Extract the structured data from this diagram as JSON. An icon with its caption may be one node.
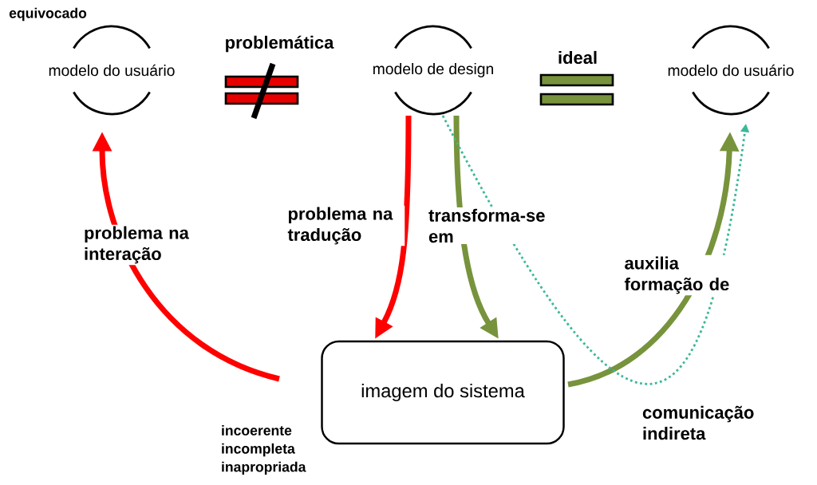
{
  "diagram": {
    "nodes": [
      {
        "text": [
          "modelo do usuário"
        ],
        "beside": [
          "equivocado"
        ]
      },
      {
        "text": [
          "modelo de design"
        ]
      },
      {
        "text": [
          "modelo do usuário"
        ]
      },
      {
        "text": [
          "imagem do sistema"
        ],
        "beside": [
          "incoerente incompleta inapropriada"
        ]
      }
    ],
    "edges": [
      {
        "from": 3,
        "to": 0,
        "arrow": "to",
        "label": "problema na interação",
        "color": "#ff0000"
      },
      {
        "from": 1,
        "to": 3,
        "arrow": "to",
        "label": "problema na tradução",
        "color": "#ff0000"
      },
      {
        "from": 1,
        "to": 3,
        "arrow": "to",
        "label": "transforma-se em",
        "color": "#77933c"
      },
      {
        "from": 3,
        "to": 2,
        "arrow": "to",
        "label": "auxilia formação de",
        "color": "#77933c"
      },
      {
        "from": 1,
        "to": 2,
        "arrow": "to",
        "label": "comunicação indireta",
        "style": "dashed",
        "color": "#3cb89a"
      }
    ],
    "labels": [
      "problemática",
      "ideal"
    ]
  }
}
